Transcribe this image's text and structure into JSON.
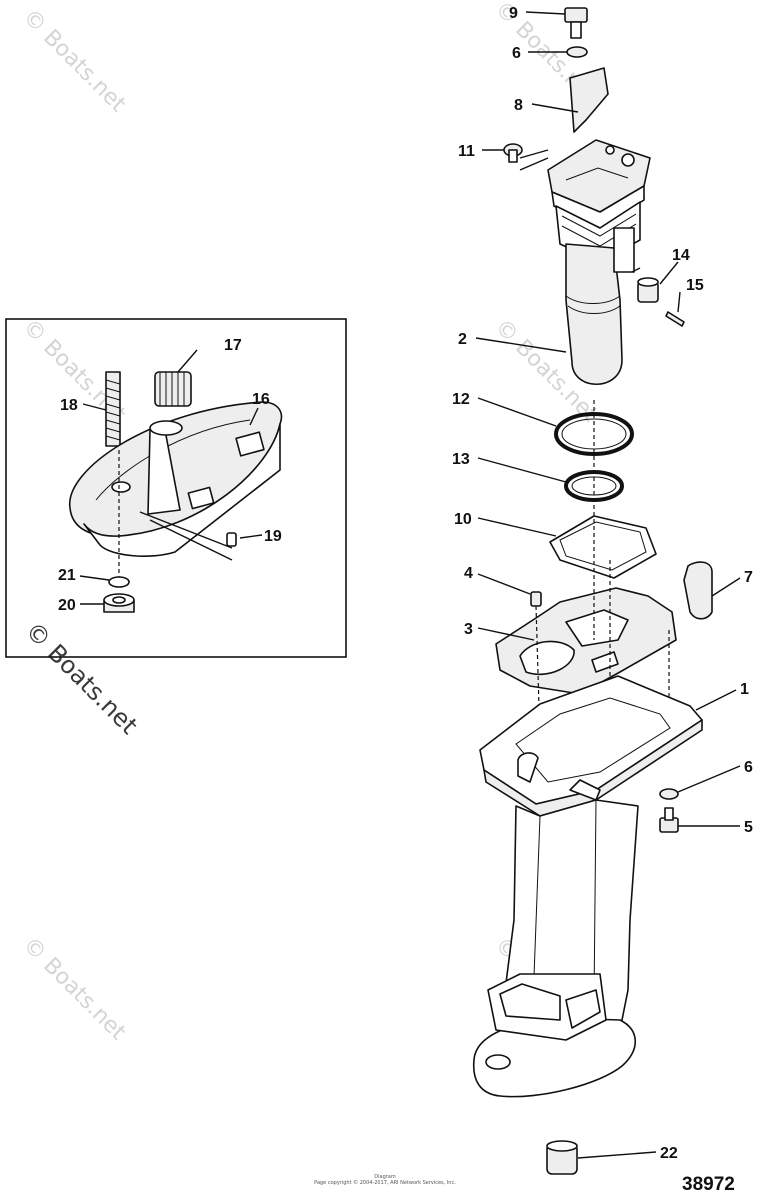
{
  "watermarks": {
    "small": "© Boats.net",
    "large": "© Boats.net"
  },
  "callouts": {
    "c1": "1",
    "c2": "2",
    "c3": "3",
    "c4": "4",
    "c5": "5",
    "c6_top": "6",
    "c6_bottom": "6",
    "c7": "7",
    "c8": "8",
    "c9": "9",
    "c10": "10",
    "c11": "11",
    "c12": "12",
    "c13": "13",
    "c14": "14",
    "c15": "15",
    "c16": "16",
    "c17": "17",
    "c18": "18",
    "c19": "19",
    "c20": "20",
    "c21": "21",
    "c22": "22"
  },
  "footer": {
    "diagram_number": "38972",
    "copyright_line1": "Diagram",
    "copyright_line2": "Page copyright © 2004-2017, ARI Network Services, Inc."
  }
}
